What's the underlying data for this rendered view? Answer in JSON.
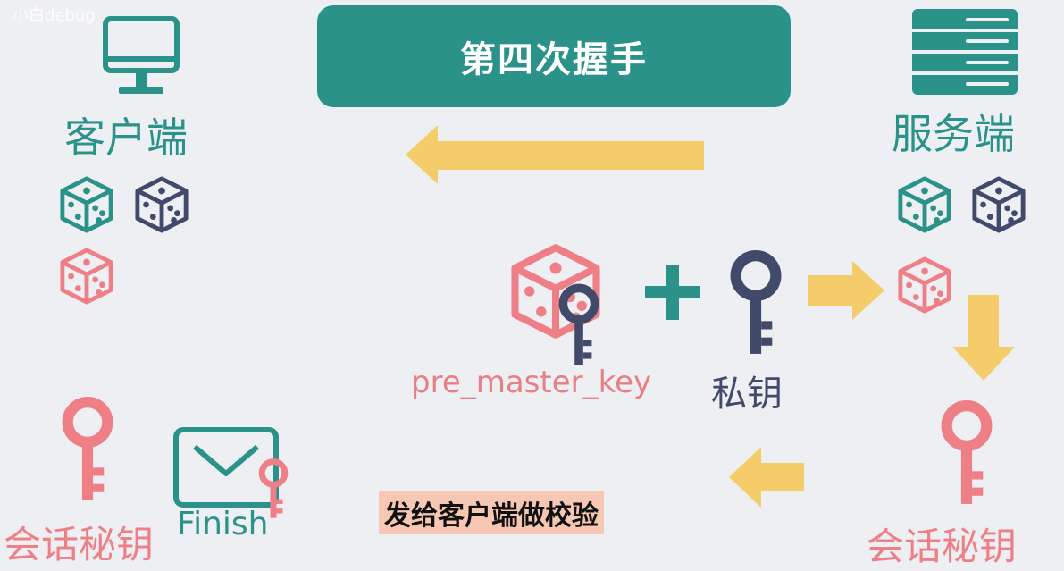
{
  "watermark": "小白debug",
  "title": "第四次握手",
  "client": {
    "label": "客户端"
  },
  "server": {
    "label": "服务端"
  },
  "center": {
    "pre_master_key_label": "pre_master_key",
    "private_key_label": "私钥"
  },
  "client_session_key_label": "会话秘钥",
  "server_session_key_label": "会话秘钥",
  "finish_label": "Finish",
  "send_label": "发给客户端做校验",
  "colors": {
    "teal": "#2a9288",
    "navy": "#414a6b",
    "pink": "#ef7f86",
    "yellow": "#f5cc6a",
    "background": "#eeeff2"
  },
  "icons": [
    "monitor-icon",
    "server-icon",
    "dice-icon",
    "key-icon",
    "envelope-icon",
    "plus-icon",
    "arrow-icon"
  ]
}
